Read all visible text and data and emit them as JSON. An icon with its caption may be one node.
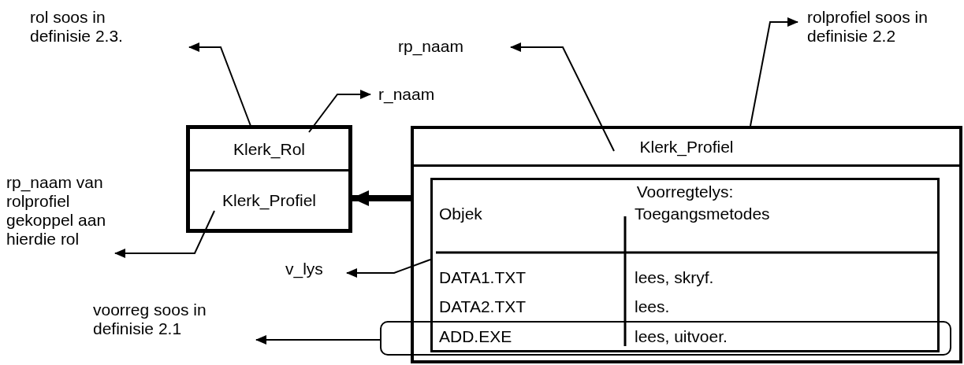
{
  "diagram": {
    "nodes": [
      {
        "text": [
          "rol soos in definisie 2.3."
        ]
      },
      {
        "text": [
          "r_naam"
        ]
      },
      {
        "text": [
          "rp_naam"
        ]
      },
      {
        "text": [
          "rolprofiel soos in definisie 2.2"
        ]
      },
      {
        "text": [],
        "shape": "box"
      },
      {
        "text": [
          "Klerk_Rol"
        ],
        "in": 4
      },
      {
        "text": [
          "Klerk_Profiel"
        ],
        "in": 4
      },
      {
        "text": [
          "rp_naam van rolprofiel gekoppel aan hierdie rol"
        ]
      },
      {
        "text": [],
        "shape": "box"
      },
      {
        "text": [
          "Klerk_Profiel"
        ],
        "in": 8
      },
      {
        "text": [
          "Voorregtelys:"
        ],
        "in": 8
      },
      {
        "text": [
          "ADD.EXE",
          "lees, uitvoer."
        ]
      },
      {
        "text": [
          "v_lys"
        ]
      },
      {
        "text": [
          "voorreg soos in definisie 2.1"
        ]
      }
    ],
    "edges": [
      {
        "from": 4,
        "to": 0,
        "arrow": "to"
      },
      {
        "from": 5,
        "to": 1,
        "arrow": "to"
      },
      {
        "from": 6,
        "to": 7,
        "arrow": "to"
      },
      {
        "from": 9,
        "to": 2,
        "arrow": "to"
      },
      {
        "from": 8,
        "to": 3,
        "arrow": "to"
      },
      {
        "from": 8,
        "to": 6,
        "arrow": "to",
        "style": "thick"
      },
      {
        "from": 10,
        "to": 12,
        "arrow": "to"
      },
      {
        "from": 11,
        "to": 13,
        "arrow": "to"
      }
    ],
    "labels": [
      "Objek",
      "Toegangsmetodes",
      "DATA1.TXT",
      "lees, skryf.",
      "DATA2.TXT",
      "lees."
    ]
  }
}
